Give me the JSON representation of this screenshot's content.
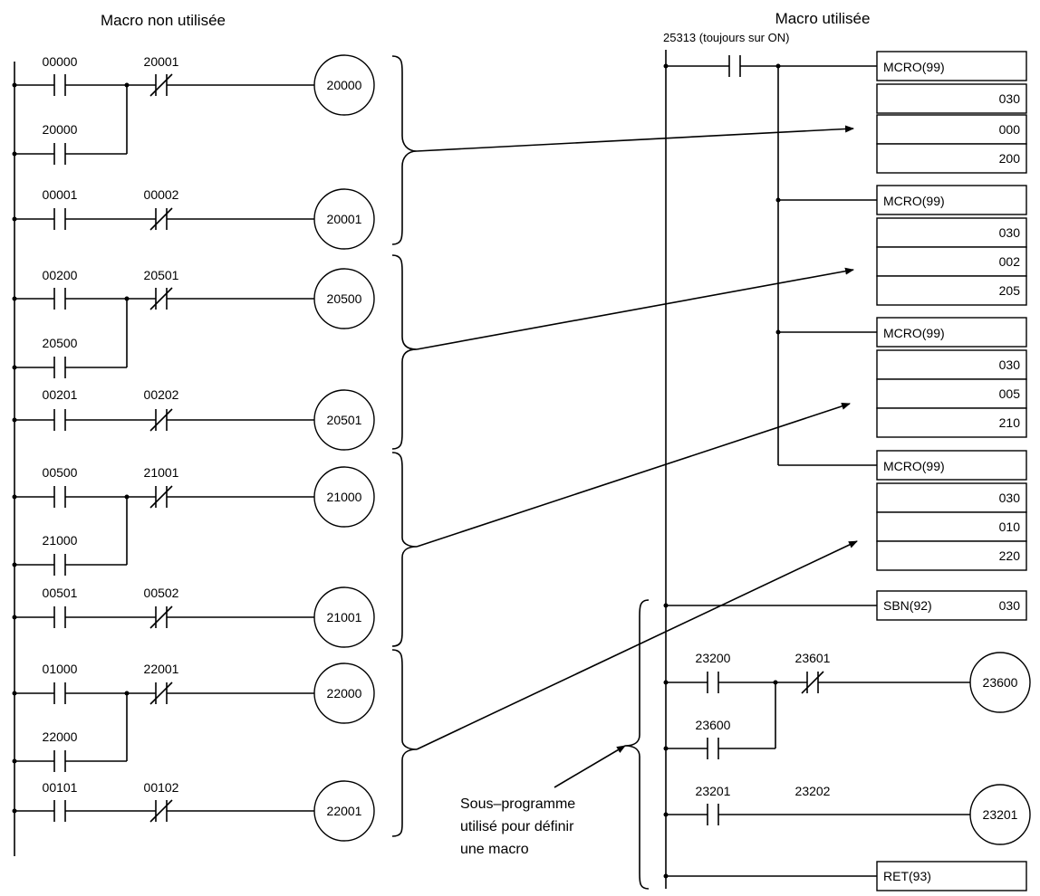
{
  "headers": {
    "left": "Macro non utilisée",
    "right": "Macro utilisée",
    "always_on": "25313 (toujours sur ON)"
  },
  "left_rungs": [
    {
      "c1": "00000",
      "c2": "20001",
      "seal": "20000",
      "coil": "20000"
    },
    {
      "c1": "00001",
      "c2": "00002",
      "seal": "",
      "coil": "20001"
    },
    {
      "c1": "00200",
      "c2": "20501",
      "seal": "20500",
      "coil": "20500"
    },
    {
      "c1": "00201",
      "c2": "00202",
      "seal": "",
      "coil": "20501"
    },
    {
      "c1": "00500",
      "c2": "21001",
      "seal": "21000",
      "coil": "21000"
    },
    {
      "c1": "00501",
      "c2": "00502",
      "seal": "",
      "coil": "21001"
    },
    {
      "c1": "01000",
      "c2": "22001",
      "seal": "22000",
      "coil": "22000"
    },
    {
      "c1": "00101",
      "c2": "00102",
      "seal": "",
      "coil": "22001"
    }
  ],
  "macro_blocks": [
    {
      "name": "MCRO(99)",
      "values": [
        "030",
        "000",
        "200"
      ]
    },
    {
      "name": "MCRO(99)",
      "values": [
        "030",
        "002",
        "205"
      ]
    },
    {
      "name": "MCRO(99)",
      "values": [
        "030",
        "005",
        "210"
      ]
    },
    {
      "name": "MCRO(99)",
      "values": [
        "030",
        "010",
        "220"
      ]
    }
  ],
  "subroutine": {
    "sbn": "SBN(92)",
    "sbn_value": "030",
    "rungs": [
      {
        "c1": "23200",
        "c2": "23601",
        "seal": "23600",
        "coil": "23600"
      },
      {
        "c1": "23201",
        "c2": "23202",
        "seal": "",
        "coil": "23201"
      }
    ],
    "ret": "RET(93)"
  },
  "note": [
    "Sous–programme",
    "utilisé pour définir",
    "une macro"
  ]
}
